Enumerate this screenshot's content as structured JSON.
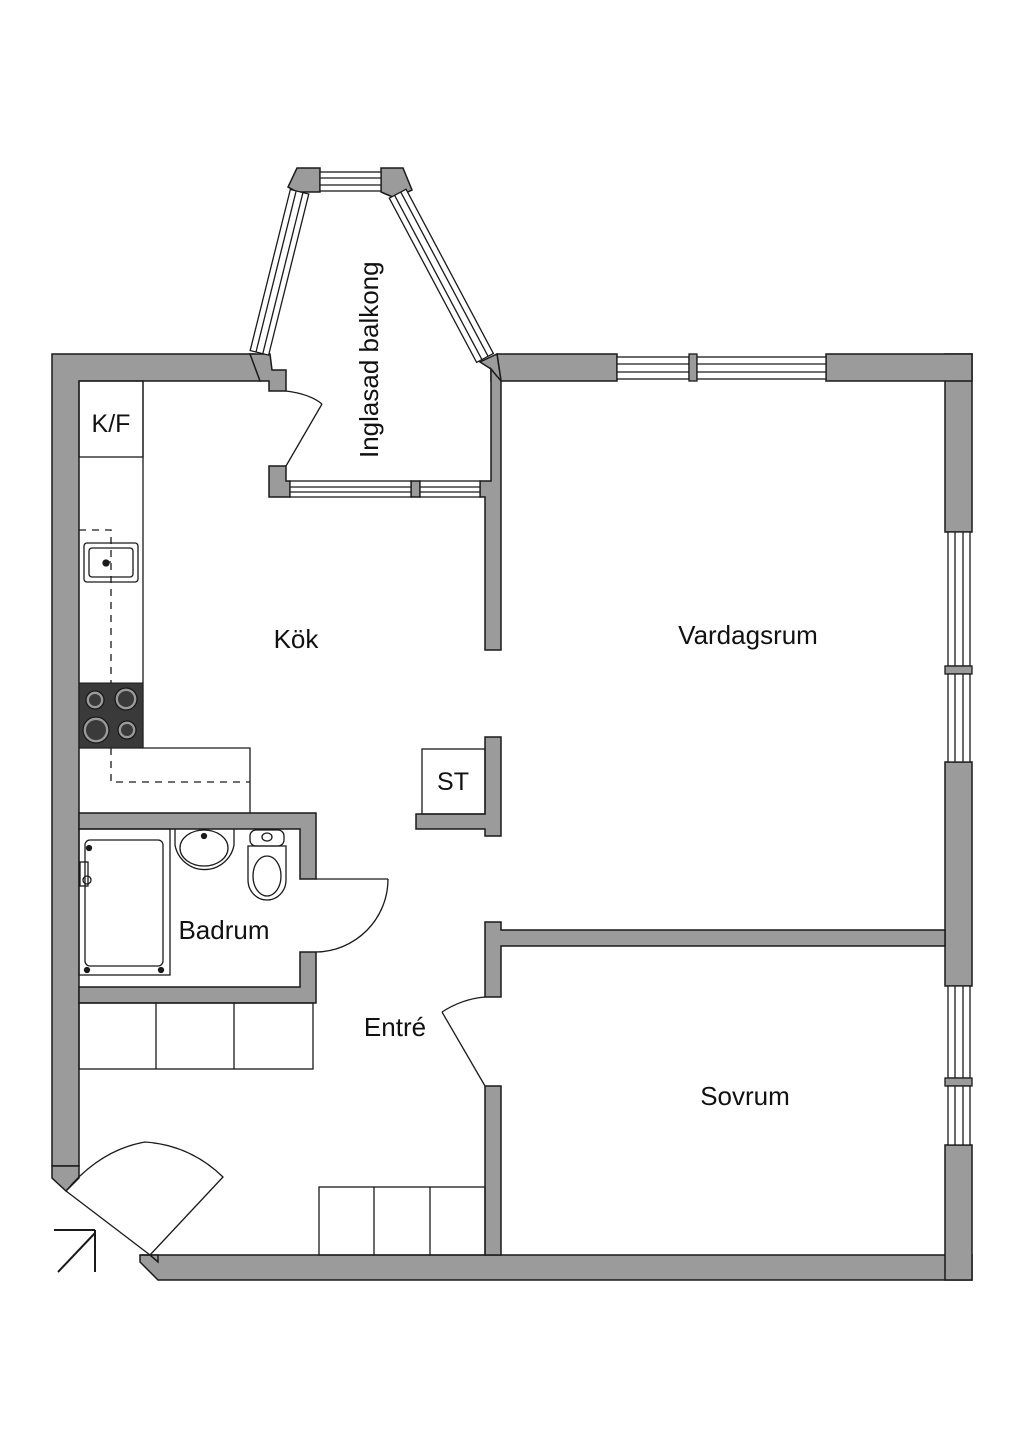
{
  "colors": {
    "wall": "#9b9b9b",
    "line": "#1a1a1a",
    "background": "#ffffff",
    "stove": "#3a3a3a",
    "burner": "#9a9a9a"
  },
  "rooms": {
    "balcony": "Inglasad balkong",
    "kitchen": "Kök",
    "living": "Vardagsrum",
    "bathroom": "Badrum",
    "hall": "Entré",
    "bedroom": "Sovrum"
  },
  "fixtures": {
    "fridge_freezer": "K/F",
    "storage": "ST"
  },
  "icons": {
    "entrance": "entrance-arrow-icon",
    "sink": "sink-icon",
    "stove": "stove-icon",
    "bathtub": "bathtub-icon",
    "washbasin": "washbasin-icon",
    "toilet": "toilet-icon"
  }
}
